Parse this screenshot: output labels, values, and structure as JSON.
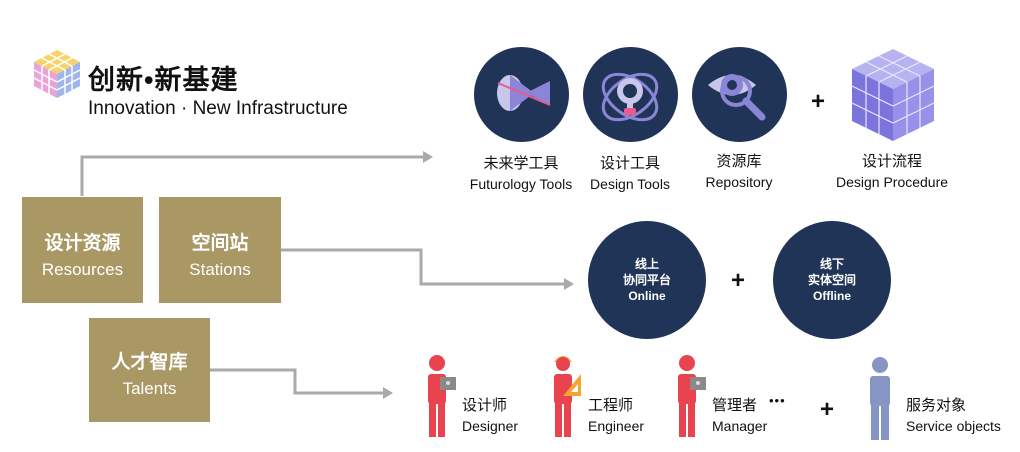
{
  "header": {
    "title_cn": "创新•新基建",
    "title_en": "Innovation · New Infrastructure"
  },
  "boxes": {
    "resources": {
      "cn": "设计资源",
      "en": "Resources"
    },
    "stations": {
      "cn": "空间站",
      "en": "Stations"
    },
    "talents": {
      "cn": "人才智库",
      "en": "Talents"
    }
  },
  "tools": [
    {
      "cn": "未来学工具",
      "en": "Futurology Tools"
    },
    {
      "cn": "设计工具",
      "en": "Design Tools"
    },
    {
      "cn": "资源库",
      "en": "Repository"
    },
    {
      "cn": "设计流程",
      "en": "Design Procedure"
    }
  ],
  "platforms": {
    "online": {
      "line1": "线上",
      "line2": "协同平台",
      "en": "Online"
    },
    "offline": {
      "line1": "线下",
      "line2": "实体空间",
      "en": "Offline"
    }
  },
  "people": [
    {
      "cn": "设计师",
      "en": "Designer"
    },
    {
      "cn": "工程师",
      "en": "Engineer"
    },
    {
      "cn": "管理者",
      "en": "Manager"
    },
    {
      "cn": "服务对象",
      "en": "Service objects"
    }
  ],
  "symbols": {
    "plus": "+",
    "ellipsis": "•••"
  },
  "colors": {
    "gold": "#a99764",
    "navy": "#1f3456",
    "red": "#e8434f",
    "blue": "#8596c4",
    "arrow": "#aaaaaa"
  }
}
